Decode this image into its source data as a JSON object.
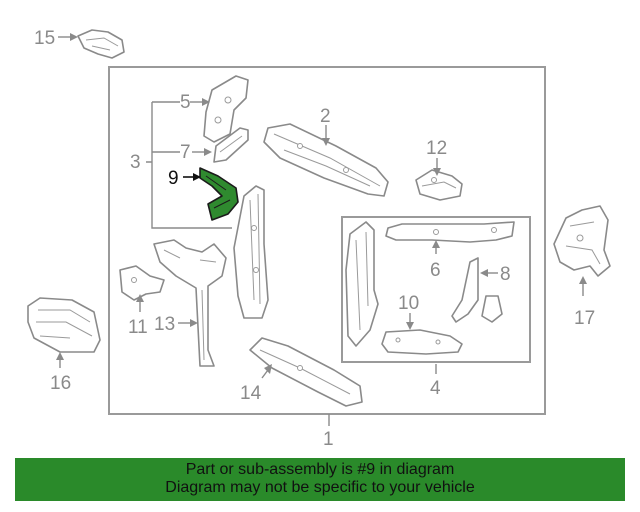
{
  "diagram": {
    "callouts": {
      "c1": "1",
      "c2": "2",
      "c3": "3",
      "c4": "4",
      "c5": "5",
      "c6": "6",
      "c7": "7",
      "c8": "8",
      "c9": "9",
      "c10": "10",
      "c11": "11",
      "c12": "12",
      "c13": "13",
      "c14": "14",
      "c15": "15",
      "c16": "16",
      "c17": "17"
    },
    "highlighted_part": "9",
    "colors": {
      "highlight": "#2f8a2f",
      "banner": "#2a8a2a",
      "line": "#8a8a8a"
    }
  },
  "banner": {
    "line1": "Part or sub-assembly is #9 in diagram",
    "line2": "Diagram may not be specific to your vehicle"
  }
}
